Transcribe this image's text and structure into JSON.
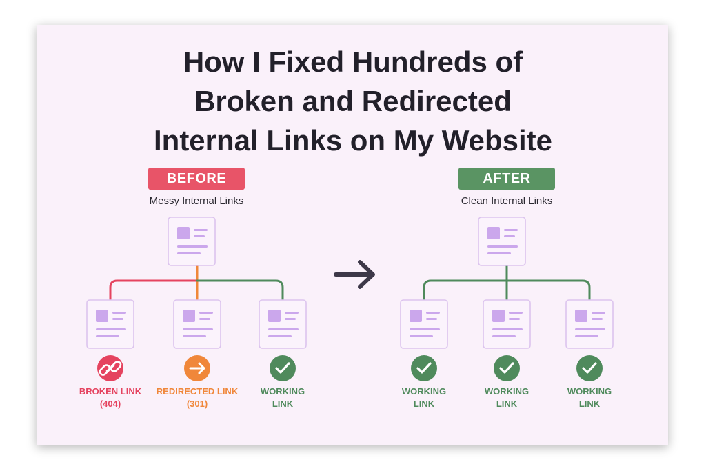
{
  "title": {
    "line1": "How I Fixed Hundreds of",
    "line2": "Broken and Redirected",
    "line3": "Internal Links on My Website"
  },
  "before": {
    "badge": "BEFORE",
    "subtitle": "Messy Internal Links",
    "items": [
      {
        "line1": "BROKEN LINK",
        "line2": "(404)",
        "status": "broken",
        "icon": "broken-link-icon"
      },
      {
        "line1": "REDIRECTED LINK",
        "line2": "(301)",
        "status": "redirect",
        "icon": "arrow-right-icon"
      },
      {
        "line1": "WORKING",
        "line2": "LINK",
        "status": "working",
        "icon": "checkmark-icon"
      }
    ]
  },
  "after": {
    "badge": "AFTER",
    "subtitle": "Clean Internal Links",
    "items": [
      {
        "line1": "WORKING",
        "line2": "LINK",
        "status": "working",
        "icon": "checkmark-icon"
      },
      {
        "line1": "WORKING",
        "line2": "LINK",
        "status": "working",
        "icon": "checkmark-icon"
      },
      {
        "line1": "WORKING",
        "line2": "LINK",
        "status": "working",
        "icon": "checkmark-icon"
      }
    ]
  },
  "colors": {
    "broken": "#e5435f",
    "redirect": "#f0873a",
    "working": "#4f8a5c",
    "before_badge": "#e85468",
    "after_badge": "#5a9463",
    "page_icon": "#cba7ec",
    "page_border": "#dcc4ee",
    "arrow": "#3d3848"
  }
}
